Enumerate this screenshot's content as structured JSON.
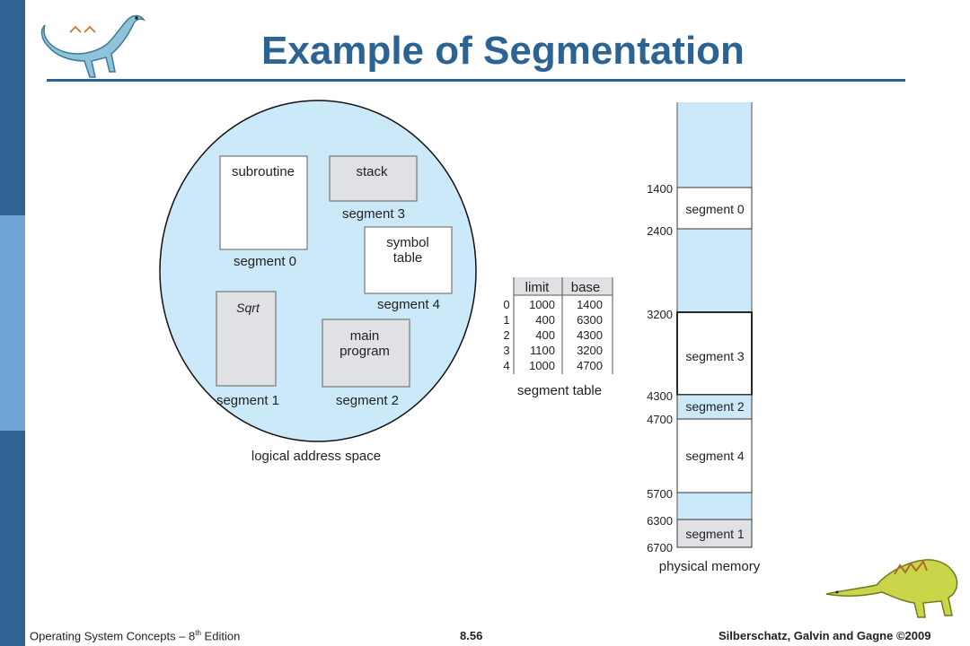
{
  "header": {
    "title": "Example of Segmentation"
  },
  "logical": {
    "caption": "logical address space",
    "blocks": [
      {
        "name": "subroutine",
        "label": "segment 0"
      },
      {
        "name": "stack",
        "label": "segment 3"
      },
      {
        "name_line1": "symbol",
        "name_line2": "table",
        "label": "segment 4"
      },
      {
        "name": "Sqrt",
        "label": "segment 1"
      },
      {
        "name_line1": "main",
        "name_line2": "program",
        "label": "segment 2"
      }
    ]
  },
  "segment_table": {
    "caption": "segment table",
    "headers": [
      "limit",
      "base"
    ],
    "rows": [
      {
        "index": "0",
        "limit": "1000",
        "base": "1400"
      },
      {
        "index": "1",
        "limit": "400",
        "base": "6300"
      },
      {
        "index": "2",
        "limit": "400",
        "base": "4300"
      },
      {
        "index": "3",
        "limit": "1100",
        "base": "3200"
      },
      {
        "index": "4",
        "limit": "1000",
        "base": "4700"
      }
    ]
  },
  "physical": {
    "caption": "physical memory",
    "addresses": [
      "1400",
      "2400",
      "3200",
      "4300",
      "4700",
      "5700",
      "6300",
      "6700"
    ],
    "segments": [
      "segment 0",
      "segment 3",
      "segment 2",
      "segment 4",
      "segment 1"
    ]
  },
  "footer": {
    "left_pre": "Operating System Concepts – 8",
    "left_sup": "th",
    "left_post": " Edition",
    "center": "8.56",
    "right": "Silberschatz, Galvin and Gagne ©2009"
  },
  "colors": {
    "accent": "#2b6392",
    "light_blue": "#cce9f9",
    "gray": "#dfe1e4"
  }
}
